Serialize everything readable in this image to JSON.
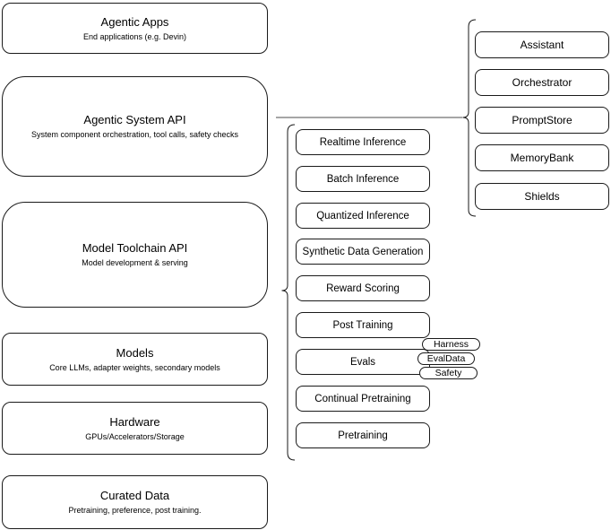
{
  "colors": {
    "stroke": "#1a1a1a",
    "connector": "#4d4d4d",
    "background": "#ffffff",
    "text": "#000000"
  },
  "layers": [
    {
      "title": "Agentic Apps",
      "subtitle": "End applications (e.g. Devin)"
    },
    {
      "title": "Agentic System API",
      "subtitle": "System component orchestration, tool calls, safety checks"
    },
    {
      "title": "Model Toolchain API",
      "subtitle": "Model development & serving"
    },
    {
      "title": "Models",
      "subtitle": "Core LLMs, adapter weights, secondary models"
    },
    {
      "title": "Hardware",
      "subtitle": "GPUs/Accelerators/Storage"
    },
    {
      "title": "Curated Data",
      "subtitle": "Pretraining, preference, post training."
    }
  ],
  "toolchain_services": [
    "Realtime Inference",
    "Batch Inference",
    "Quantized Inference",
    "Synthetic Data Generation",
    "Reward Scoring",
    "Post Training",
    "Evals",
    "Continual Pretraining",
    "Pretraining"
  ],
  "eval_tags": [
    "Harness",
    "EvalData",
    "Safety"
  ],
  "system_components": [
    "Assistant",
    "Orchestrator",
    "PromptStore",
    "MemoryBank",
    "Shields"
  ]
}
